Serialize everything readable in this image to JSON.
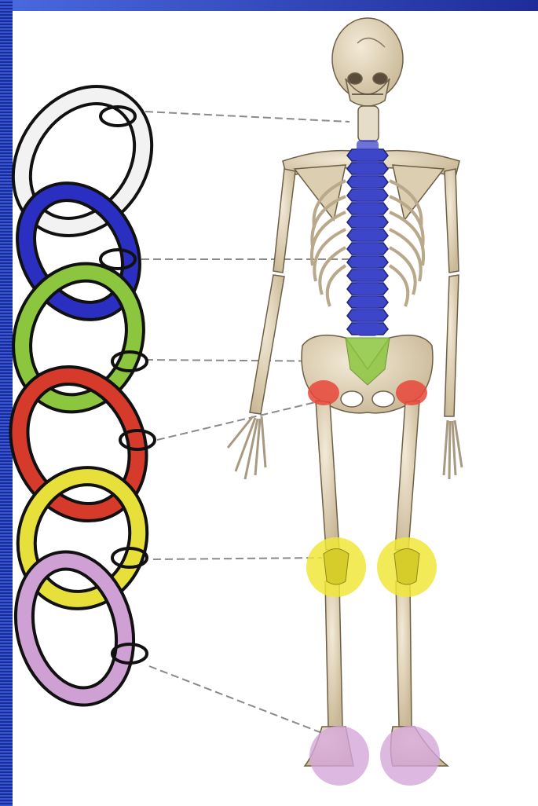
{
  "colors": {
    "frame_blue": "#2433a8",
    "bone": "#e8dcc4",
    "bone_shade": "#b9a88a",
    "spine": "#3d46c8",
    "sacrum_green": "#8cc63f",
    "hip_red": "#e8463a",
    "knee_yellow": "#f0e83a",
    "ankle_purple": "#d4a6d9",
    "chain": "#777777"
  },
  "chain_links": [
    {
      "name": "neck",
      "color": "#f2f2f2"
    },
    {
      "name": "thoracic-spine",
      "color": "#2a2fc2"
    },
    {
      "name": "lumbar-sacrum",
      "color": "#8cc63f"
    },
    {
      "name": "hip",
      "color": "#d63a2a"
    },
    {
      "name": "knee",
      "color": "#e8e03a"
    },
    {
      "name": "ankle-foot",
      "color": "#cfa0d4"
    }
  ],
  "highlights": [
    {
      "name": "spine",
      "color": "#3d46c8"
    },
    {
      "name": "sacrum",
      "color": "#8cc63f"
    },
    {
      "name": "hip-joints",
      "color": "#e8463a"
    },
    {
      "name": "knees",
      "color": "#f0e83a"
    },
    {
      "name": "ankles",
      "color": "#d4a6d9"
    }
  ]
}
